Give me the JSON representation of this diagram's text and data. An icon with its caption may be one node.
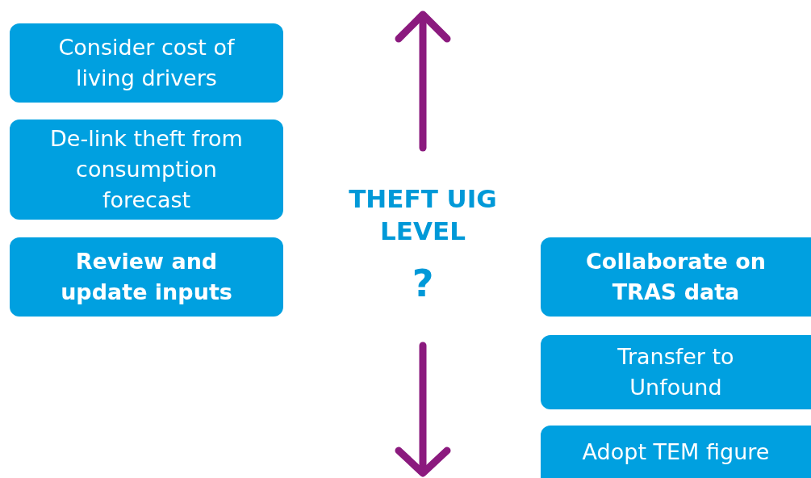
{
  "diagram": {
    "nodes": [
      {
        "text": [
          "Consider cost of living drivers"
        ]
      },
      {
        "text": [
          "De-link theft from consumption forecast"
        ]
      },
      {
        "text": [
          "Review and update inputs"
        ]
      },
      {
        "text": [
          "Collaborate on TRAS data"
        ]
      },
      {
        "text": [
          "Transfer to Unfound"
        ]
      },
      {
        "text": [
          "Adopt TEM figure"
        ]
      }
    ],
    "labels": [
      "THEFT UIG LEVEL",
      "?"
    ]
  }
}
